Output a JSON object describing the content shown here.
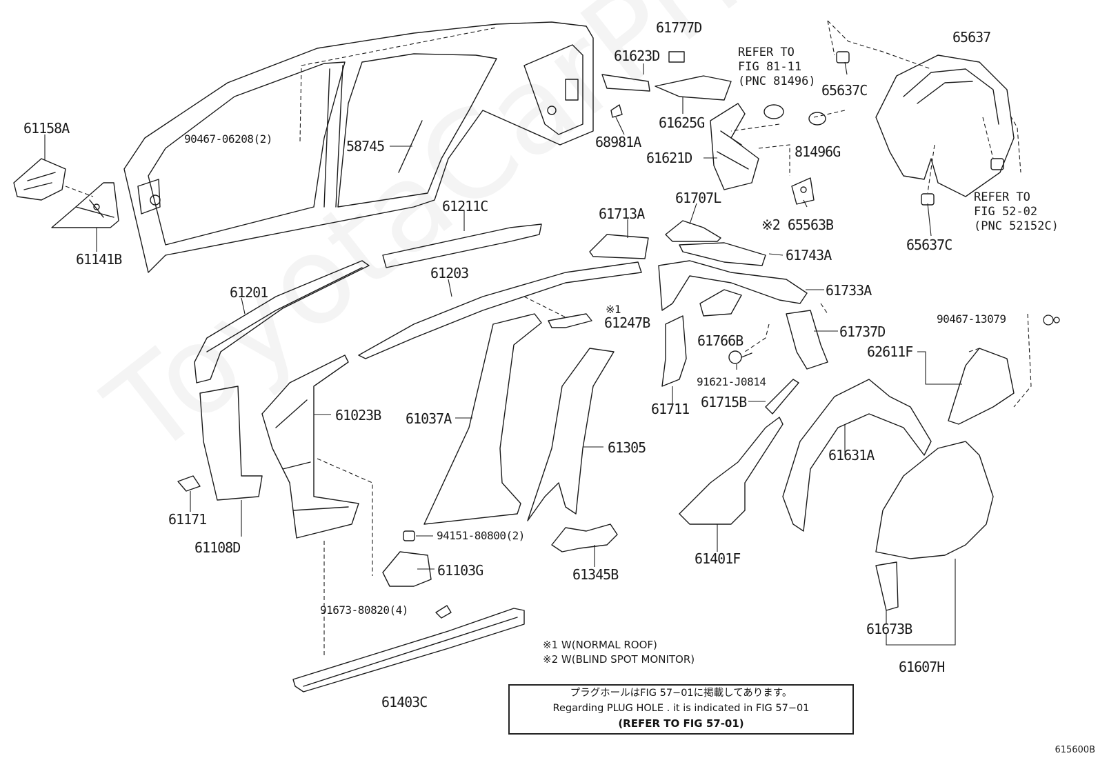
{
  "watermark": "ToyotaCarPrime.ru",
  "diagram_id": "615600B",
  "labels": [
    {
      "key": "61158A",
      "text": "61158A"
    },
    {
      "key": "61141B",
      "text": "61141B"
    },
    {
      "key": "90467-06208",
      "text": "90467-06208(2)"
    },
    {
      "key": "58745",
      "text": "58745"
    },
    {
      "key": "61777D",
      "text": "61777D"
    },
    {
      "key": "61623D",
      "text": "61623D"
    },
    {
      "key": "68981A",
      "text": "68981A"
    },
    {
      "key": "61625G",
      "text": "61625G"
    },
    {
      "key": "61621D",
      "text": "61621D"
    },
    {
      "key": "81496G",
      "text": "81496G"
    },
    {
      "key": "65637",
      "text": "65637"
    },
    {
      "key": "65637C-top",
      "text": "65637C"
    },
    {
      "key": "65637C-bottom",
      "text": "65637C"
    },
    {
      "key": "65563B",
      "text": "※2 65563B"
    },
    {
      "key": "61211C",
      "text": "61211C"
    },
    {
      "key": "61713A",
      "text": "61713A"
    },
    {
      "key": "61707L",
      "text": "61707L"
    },
    {
      "key": "61743A",
      "text": "61743A"
    },
    {
      "key": "61733A",
      "text": "61733A"
    },
    {
      "key": "61201",
      "text": "61201"
    },
    {
      "key": "61203",
      "text": "61203"
    },
    {
      "key": "61247B-note",
      "text": "※1"
    },
    {
      "key": "61247B",
      "text": "61247B"
    },
    {
      "key": "61766B",
      "text": "61766B"
    },
    {
      "key": "61737D",
      "text": "61737D"
    },
    {
      "key": "90467-13079",
      "text": "90467-13079"
    },
    {
      "key": "62611F",
      "text": "62611F"
    },
    {
      "key": "91621-J0814",
      "text": "91621-J0814"
    },
    {
      "key": "61715B",
      "text": "61715B"
    },
    {
      "key": "61711",
      "text": "61711"
    },
    {
      "key": "61023B",
      "text": "61023B"
    },
    {
      "key": "61037A",
      "text": "61037A"
    },
    {
      "key": "61305",
      "text": "61305"
    },
    {
      "key": "61631A",
      "text": "61631A"
    },
    {
      "key": "61171",
      "text": "61171"
    },
    {
      "key": "61108D",
      "text": "61108D"
    },
    {
      "key": "94151-80800",
      "text": "94151-80800(2)"
    },
    {
      "key": "61103G",
      "text": "61103G"
    },
    {
      "key": "61345B",
      "text": "61345B"
    },
    {
      "key": "61401F",
      "text": "61401F"
    },
    {
      "key": "91673-80820",
      "text": "91673-80820(4)"
    },
    {
      "key": "61403C",
      "text": "61403C"
    },
    {
      "key": "61673B",
      "text": "61673B"
    },
    {
      "key": "61607H",
      "text": "61607H"
    }
  ],
  "references": {
    "fig_81_11": "REFER TO\nFIG 81-11\n(PNC 81496)",
    "fig_52_02": "REFER TO\nFIG 52-02\n(PNC 52152C)"
  },
  "footnotes": {
    "note1": "※1 W(NORMAL ROOF)",
    "note2": "※2 W(BLIND SPOT MONITOR)"
  },
  "notebox": {
    "line_jp": "プラグホールはFIG 57−01に掲載してあります。",
    "line_en": "Regarding  PLUG  HOLE . it is indicated in FIG  57−01",
    "line_ref": "(REFER TO FIG 57-01)"
  }
}
